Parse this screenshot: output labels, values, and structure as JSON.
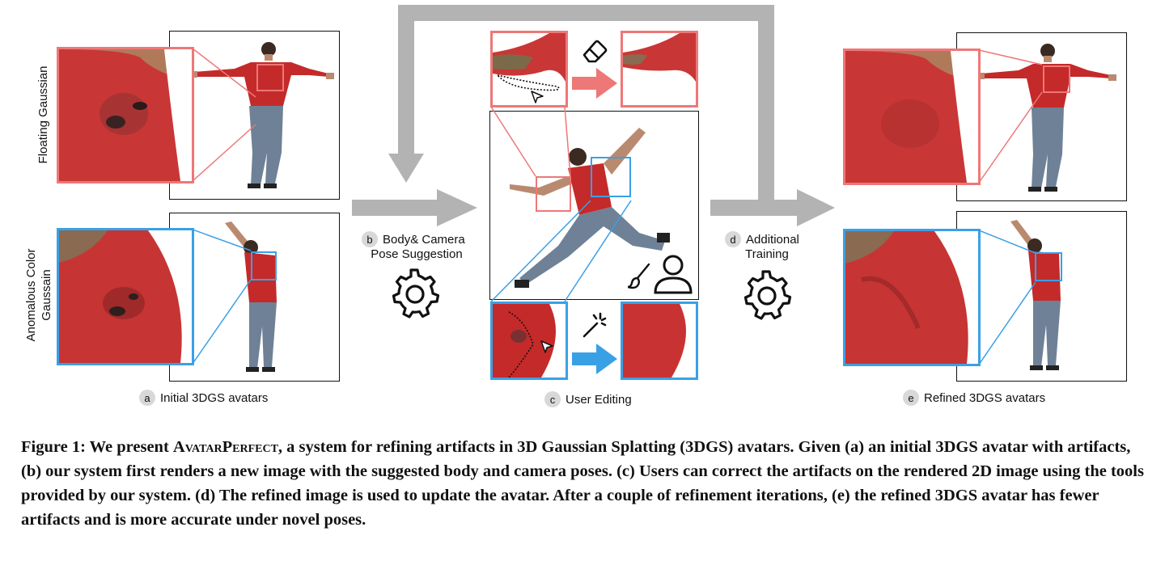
{
  "row_labels": {
    "floating": "Floating Gaussian",
    "anomalous_line1": "Anomalous Color",
    "anomalous_line2": "Gaussain"
  },
  "steps": {
    "a": {
      "letter": "a",
      "label": "Initial 3DGS avatars"
    },
    "b": {
      "letter": "b",
      "label_line1": "Body& Camera",
      "label_line2": "Pose Suggestion"
    },
    "c": {
      "letter": "c",
      "label": "User Editing"
    },
    "d": {
      "letter": "d",
      "label_line1": "Additional",
      "label_line2": "Training"
    },
    "e": {
      "letter": "e",
      "label": "Refined 3DGS avatars"
    }
  },
  "caption": {
    "prefix": "Figure 1: We present ",
    "system_name": "AvatarPerfect",
    "text": ", a system for refining artifacts in 3D Gaussian Splatting (3DGS) avatars. Given (a) an initial 3DGS avatar with artifacts, (b) our system first renders a new image with the suggested body and camera poses. (c) Users can correct the artifacts on the rendered 2D image using the tools provided by our system. (d) The refined image is used to update the avatar. After a couple of refinement iterations, (e) the refined 3DGS avatar has fewer artifacts and is more accurate under novel poses."
  },
  "colors": {
    "highlight_red": "#ee7777",
    "highlight_blue": "#3aa0e6",
    "arrow_gray": "#b3b3b3",
    "shirt_red": "#c42a2a",
    "jeans_blue": "#6f8196"
  },
  "icons": [
    "gear-icon",
    "eraser-icon",
    "magic-wand-icon",
    "cursor-icon",
    "brush-icon",
    "user-icon",
    "arrow-right-icon"
  ]
}
